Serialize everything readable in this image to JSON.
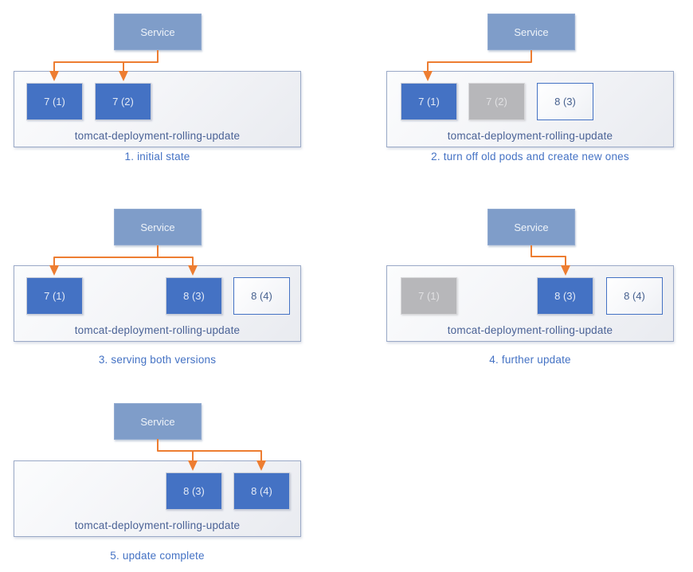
{
  "diagram": {
    "service_name": "Service",
    "deployment_name": "tomcat-deployment-rolling-update",
    "colors": {
      "service_fill": "#7F9DC9",
      "pod_active_fill": "#4472C4",
      "pod_stopped_fill": "#B7B7BA",
      "pod_new_border": "#4472C4",
      "arrow": "#ED7D31",
      "caption_text": "#4472C4",
      "deployment_label_text": "#4A6296",
      "container_border": "#9AA9C7"
    }
  },
  "panels": [
    {
      "caption": "1. initial state",
      "service_label": "Service",
      "deployment_label": "tomcat-deployment-rolling-update",
      "service_targets": [
        "7 (1)",
        "7 (2)"
      ],
      "pods": [
        {
          "label": "7 (1)",
          "state": "active"
        },
        {
          "label": "7 (2)",
          "state": "active"
        }
      ]
    },
    {
      "caption": "2. turn off old pods and create new ones",
      "service_label": "Service",
      "deployment_label": "tomcat-deployment-rolling-update",
      "service_targets": [
        "7 (1)"
      ],
      "pods": [
        {
          "label": "7 (1)",
          "state": "active"
        },
        {
          "label": "7 (2)",
          "state": "stopped"
        },
        {
          "label": "8 (3)",
          "state": "new"
        }
      ]
    },
    {
      "caption": "3. serving both versions",
      "service_label": "Service",
      "deployment_label": "tomcat-deployment-rolling-update",
      "service_targets": [
        "7 (1)",
        "8 (3)"
      ],
      "pods": [
        {
          "label": "7 (1)",
          "state": "active"
        },
        {
          "label": "8 (3)",
          "state": "active"
        },
        {
          "label": "8 (4)",
          "state": "new"
        }
      ]
    },
    {
      "caption": "4. further update",
      "service_label": "Service",
      "deployment_label": "tomcat-deployment-rolling-update",
      "service_targets": [
        "8 (3)"
      ],
      "pods": [
        {
          "label": "7 (1)",
          "state": "stopped"
        },
        {
          "label": "8 (3)",
          "state": "active"
        },
        {
          "label": "8 (4)",
          "state": "new"
        }
      ]
    },
    {
      "caption": "5. update complete",
      "service_label": "Service",
      "deployment_label": "tomcat-deployment-rolling-update",
      "service_targets": [
        "8 (3)",
        "8 (4)"
      ],
      "pods": [
        {
          "label": "8 (3)",
          "state": "active"
        },
        {
          "label": "8 (4)",
          "state": "active"
        }
      ]
    }
  ]
}
